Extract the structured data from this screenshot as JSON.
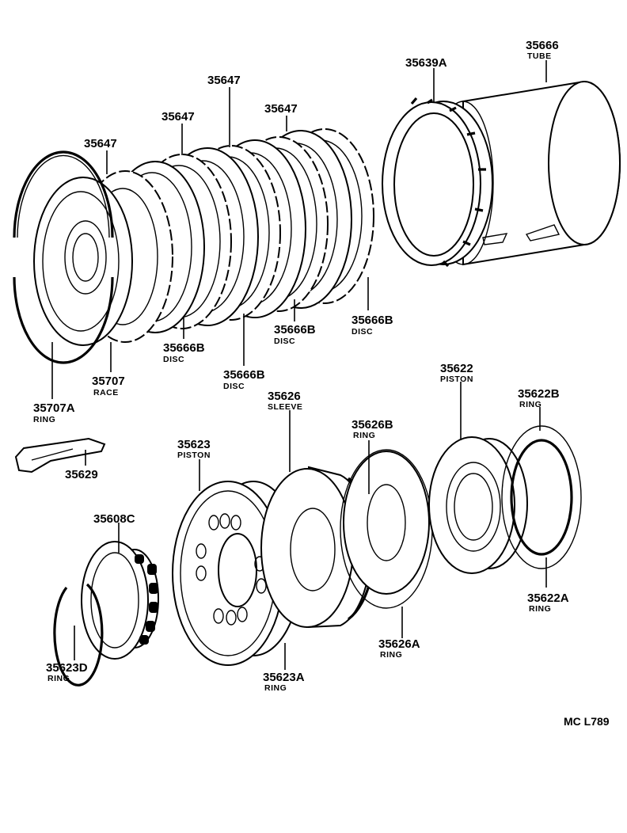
{
  "labels": {
    "l35666_tube": {
      "number": "35666",
      "name": "TUBE"
    },
    "l35639A": {
      "number": "35639A"
    },
    "l35647_a": {
      "number": "35647"
    },
    "l35647_b": {
      "number": "35647"
    },
    "l35647_c": {
      "number": "35647"
    },
    "l35647_d": {
      "number": "35647"
    },
    "l35666B_a": {
      "number": "35666B",
      "name": "DISC"
    },
    "l35666B_b": {
      "number": "35666B",
      "name": "DISC"
    },
    "l35666B_c": {
      "number": "35666B",
      "name": "DISC"
    },
    "l35666B_d": {
      "number": "35666B",
      "name": "DISC"
    },
    "l35707": {
      "number": "35707",
      "name": "RACE"
    },
    "l35707A": {
      "number": "35707A",
      "name": "RING"
    },
    "l35629": {
      "number": "35629"
    },
    "l35622": {
      "number": "35622",
      "name": "PISTON"
    },
    "l35622B": {
      "number": "35622B",
      "name": "RING"
    },
    "l35626": {
      "number": "35626",
      "name": "SLEEVE"
    },
    "l35626B": {
      "number": "35626B",
      "name": "RING"
    },
    "l35623": {
      "number": "35623",
      "name": "PISTON"
    },
    "l35608C": {
      "number": "35608C"
    },
    "l35622A": {
      "number": "35622A",
      "name": "RING"
    },
    "l35626A": {
      "number": "35626A",
      "name": "RING"
    },
    "l35623D": {
      "number": "35623D",
      "name": "RING"
    },
    "l35623A": {
      "number": "35623A",
      "name": "RING"
    }
  },
  "drawing_code": "MC L789"
}
